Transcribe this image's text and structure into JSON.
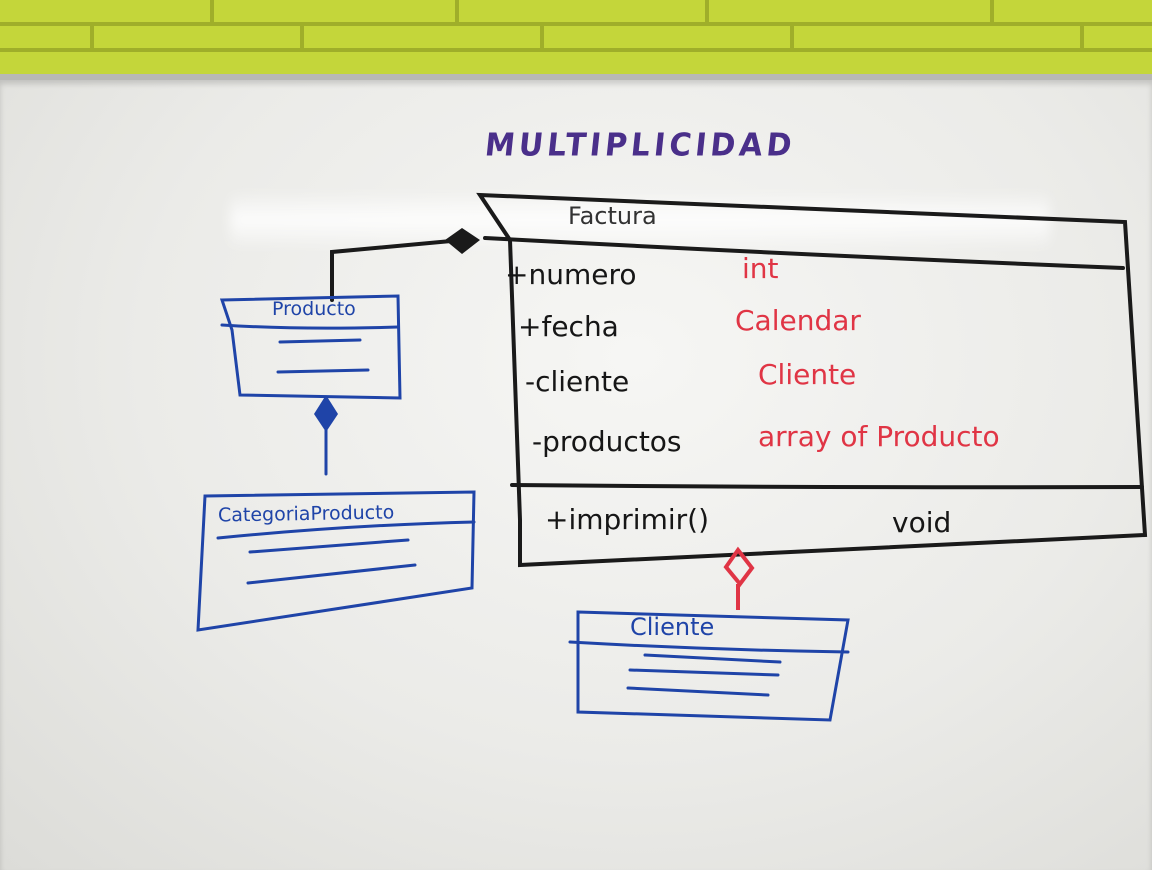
{
  "board": {
    "title": "MULTIPLICIDAD",
    "factura": {
      "name": "Factura",
      "attributes": [
        {
          "name": "+numero",
          "type": "int"
        },
        {
          "name": "+fecha",
          "type": "Calendar"
        },
        {
          "name": "-cliente",
          "type": "Cliente"
        },
        {
          "name": "-productos",
          "type": "array of Producto"
        }
      ],
      "method": {
        "name": "+imprimir()",
        "type": "void"
      }
    },
    "producto": {
      "name": "Producto"
    },
    "categoria": {
      "name": "CategoriaProducto"
    },
    "cliente": {
      "name": "Cliente"
    }
  },
  "colors": {
    "wall": "#c4d63a",
    "board": "#efefec",
    "marker_black": "#161616",
    "marker_red": "#e03545",
    "marker_blue": "#1f44a8",
    "marker_purple": "#4a2f8a"
  }
}
